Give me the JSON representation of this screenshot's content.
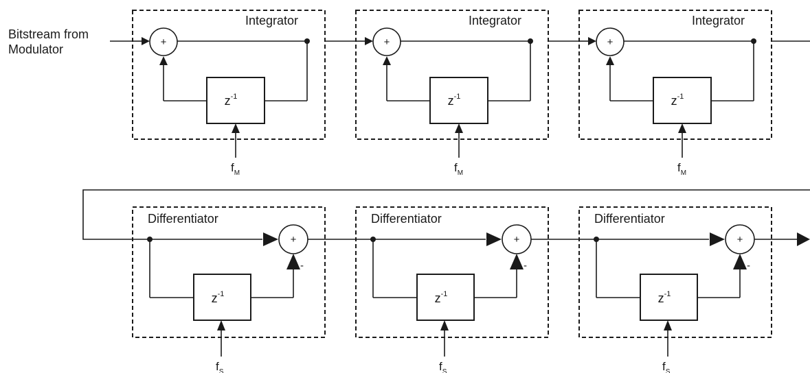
{
  "input_label": [
    "Bitstream from",
    "Modulator"
  ],
  "integrator_row": {
    "stages": [
      {
        "title": "Integrator",
        "sum_sign": "+",
        "delay_base": "z",
        "delay_exp": "-1",
        "clock": "f",
        "clock_sub": "M"
      },
      {
        "title": "Integrator",
        "sum_sign": "+",
        "delay_base": "z",
        "delay_exp": "-1",
        "clock": "f",
        "clock_sub": "M"
      },
      {
        "title": "Integrator",
        "sum_sign": "+",
        "delay_base": "z",
        "delay_exp": "-1",
        "clock": "f",
        "clock_sub": "M"
      }
    ]
  },
  "differentiator_row": {
    "stages": [
      {
        "title": "Differentiator",
        "sum_sign": "+",
        "minus_sign": "-",
        "delay_base": "z",
        "delay_exp": "-1",
        "clock": "f",
        "clock_sub": "S"
      },
      {
        "title": "Differentiator",
        "sum_sign": "+",
        "minus_sign": "-",
        "delay_base": "z",
        "delay_exp": "-1",
        "clock": "f",
        "clock_sub": "S"
      },
      {
        "title": "Differentiator",
        "sum_sign": "+",
        "minus_sign": "-",
        "delay_base": "z",
        "delay_exp": "-1",
        "clock": "f",
        "clock_sub": "S"
      }
    ]
  }
}
